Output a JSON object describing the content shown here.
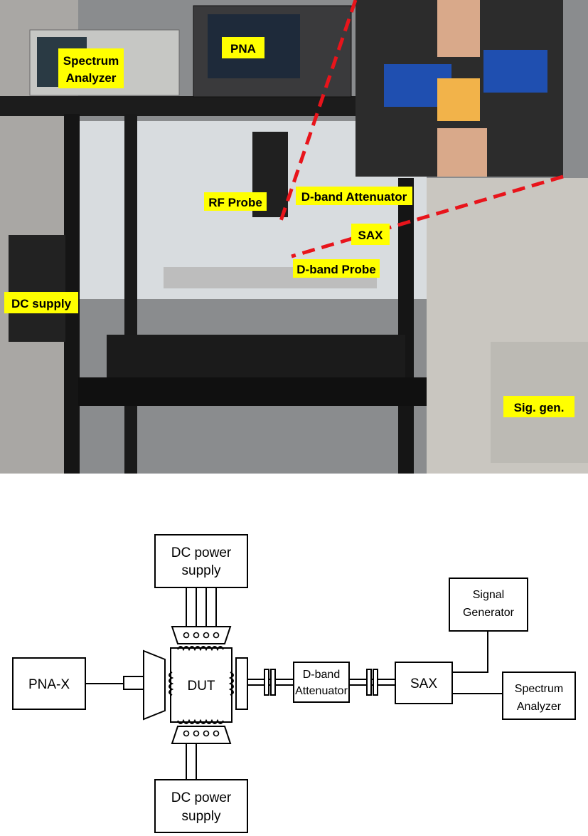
{
  "photo": {
    "labels": {
      "spectrum_analyzer_1": "Spectrum",
      "spectrum_analyzer_2": "Analyzer",
      "pna": "PNA",
      "rf_probe": "RF Probe",
      "d_band_attenuator": "D-band Attenuator",
      "sax": "SAX",
      "d_band_probe": "D-band Probe",
      "dc_supply": "DC supply",
      "sig_gen": "Sig. gen."
    },
    "colors": {
      "label_bg": "#ffff00",
      "dashed_line": "#e8141b"
    }
  },
  "diagram": {
    "dc_top_1": "DC power",
    "dc_top_2": "supply",
    "dc_bottom_1": "DC power",
    "dc_bottom_2": "supply",
    "pna_x": "PNA-X",
    "dut": "DUT",
    "atten_1": "D-band",
    "atten_2": "Attenuator",
    "sax": "SAX",
    "siggen_1": "Signal",
    "siggen_2": "Generator",
    "spec_1": "Spectrum",
    "spec_2": "Analyzer"
  }
}
